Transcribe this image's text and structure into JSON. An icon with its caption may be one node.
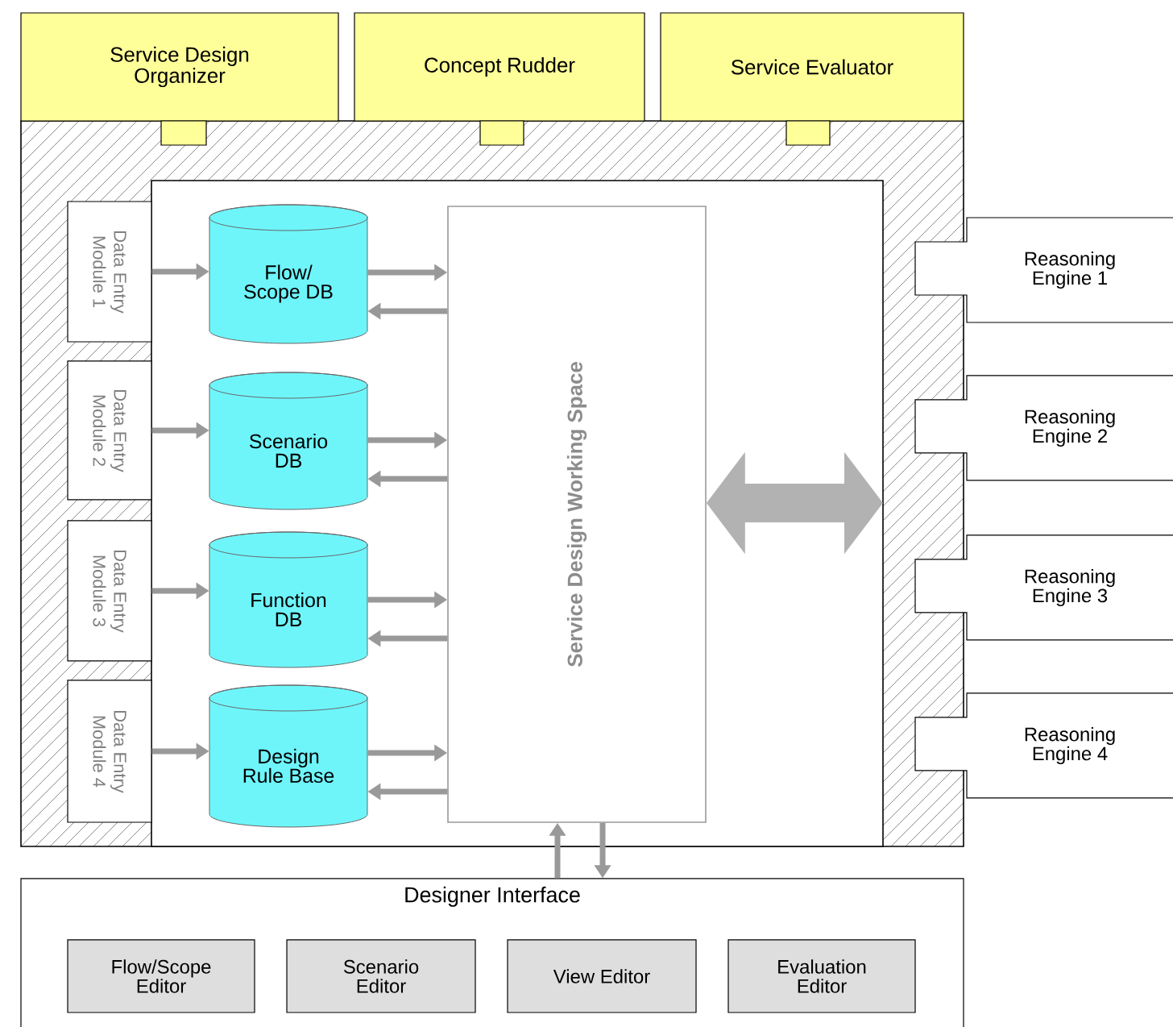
{
  "diagram": {
    "nodes": [
      {
        "text": [
          "Service Design Organizer"
        ]
      },
      {
        "text": [
          "Concept Rudder"
        ]
      },
      {
        "text": [
          "Service Evaluator"
        ]
      },
      {
        "text": [],
        "shape": "box"
      },
      {
        "text": [],
        "shape": "box",
        "in": 3
      },
      {
        "text": [
          "Data Entry Module 1"
        ],
        "in": 3
      },
      {
        "text": [
          "Data Entry Module 2"
        ],
        "in": 3
      },
      {
        "text": [
          "Data Entry Module 3"
        ],
        "in": 3
      },
      {
        "text": [
          "Data Entry Module 4"
        ],
        "in": 3
      },
      {
        "text": [
          "Flow/ Scope DB"
        ],
        "in": 4
      },
      {
        "text": [
          "Scenario DB"
        ],
        "in": 4
      },
      {
        "text": [
          "Function DB"
        ],
        "in": 4
      },
      {
        "text": [
          "Design Rule Base"
        ],
        "in": 4
      },
      {
        "text": [
          "Service Design Working Space"
        ],
        "in": 4
      },
      {
        "text": [
          "Reasoning Engine 1"
        ]
      },
      {
        "text": [
          "Reasoning Engine 2"
        ]
      },
      {
        "text": [
          "Reasoning Engine 3"
        ]
      },
      {
        "text": [
          "Reasoning Engine 4"
        ]
      },
      {
        "text": [
          "Designer Interface"
        ]
      },
      {
        "text": [
          "Flow/Scope Editor"
        ],
        "in": 18
      },
      {
        "text": [
          "Scenario Editor"
        ],
        "in": 18
      },
      {
        "text": [
          "View Editor"
        ],
        "in": 18
      },
      {
        "text": [
          "Evaluation Editor"
        ],
        "in": 18
      }
    ],
    "edges": [
      {
        "from": 5,
        "to": 9,
        "arrow": "to"
      },
      {
        "from": 6,
        "to": 10,
        "arrow": "to"
      },
      {
        "from": 7,
        "to": 11,
        "arrow": "to"
      },
      {
        "from": 8,
        "to": 12,
        "arrow": "to"
      },
      {
        "from": 9,
        "to": 13,
        "arrow": "to"
      },
      {
        "from": 13,
        "to": 9,
        "arrow": "to"
      },
      {
        "from": 10,
        "to": 13,
        "arrow": "to"
      },
      {
        "from": 13,
        "to": 10,
        "arrow": "to"
      },
      {
        "from": 11,
        "to": 13,
        "arrow": "to"
      },
      {
        "from": 13,
        "to": 11,
        "arrow": "to"
      },
      {
        "from": 12,
        "to": 13,
        "arrow": "to"
      },
      {
        "from": 13,
        "to": 12,
        "arrow": "to"
      },
      {
        "from": 18,
        "to": 13,
        "arrow": "to"
      },
      {
        "from": 13,
        "to": 18,
        "arrow": "to"
      },
      {
        "from": 13,
        "to": null,
        "arrow": "both",
        "style": "thick"
      }
    ]
  }
}
